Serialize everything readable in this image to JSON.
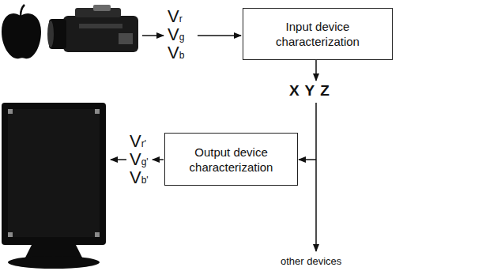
{
  "diagram": {
    "nodes": [
      {
        "text": [
          "Input device characterization"
        ]
      },
      {
        "text": [
          "Output device characterization"
        ]
      }
    ],
    "labels": [
      "Vr",
      "Vg",
      "Vb",
      "X Y Z",
      "Vr'",
      "Vg'",
      "Vb'",
      "other devices"
    ]
  }
}
